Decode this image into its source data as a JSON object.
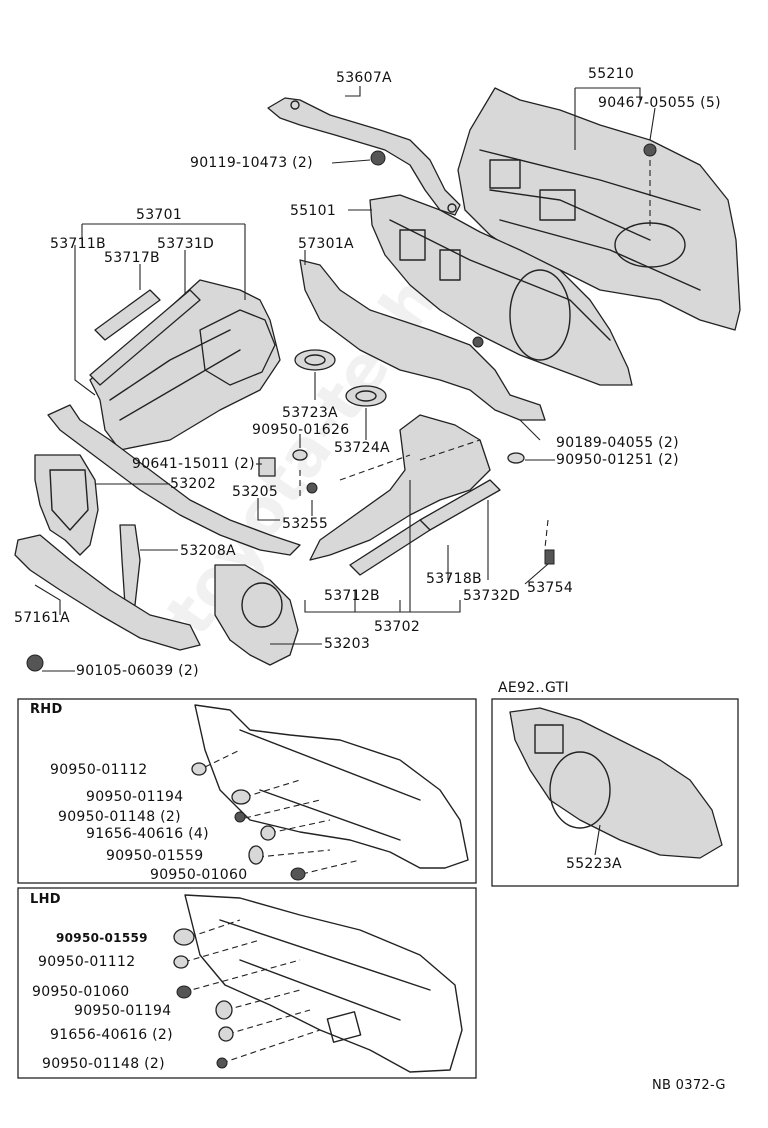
{
  "labels": {
    "p53607A": "53607A",
    "p55210": "55210",
    "p90467": "90467-05055 (5)",
    "p90119": "90119-10473 (2)",
    "p55101": "55101",
    "p53701": "53701",
    "p53711B": "53711B",
    "p53731D": "53731D",
    "p53717B": "53717B",
    "p57301A": "57301A",
    "p53723A": "53723A",
    "p90950_01626": "90950-01626",
    "p53724A": "53724A",
    "p90189": "90189-04055 (2)",
    "p90950_01251": "90950-01251 (2)",
    "p90641": "90641-15011 (2)",
    "p53202": "53202",
    "p53205": "53205",
    "p53255": "53255",
    "p53208A": "53208A",
    "p53718B": "53718B",
    "p53754": "53754",
    "p57161A": "57161A",
    "p53712B": "53712B",
    "p53732D": "53732D",
    "p53702": "53702",
    "p53203": "53203",
    "p90105": "90105-06039 (2)",
    "p55223A": "55223A"
  },
  "insets": {
    "rhd_title": "RHD",
    "lhd_title": "LHD",
    "gti_title": "AE92..GTI",
    "rhd_parts": [
      "90950-01112",
      "90950-01194",
      "90950-01148 (2)",
      "91656-40616 (4)",
      "90950-01559",
      "90950-01060"
    ],
    "lhd_parts": [
      "90950-01559",
      "90950-01112",
      "90950-01060",
      "90950-01194",
      "91656-40616 (2)",
      "90950-01148 (2)"
    ]
  },
  "diagram_code": "NB 0372-G",
  "watermark_text": "toyota-tech.ru",
  "icon_names": [
    "clip-icon",
    "grommet-icon",
    "plug-icon",
    "bolt-icon",
    "screw-icon"
  ]
}
